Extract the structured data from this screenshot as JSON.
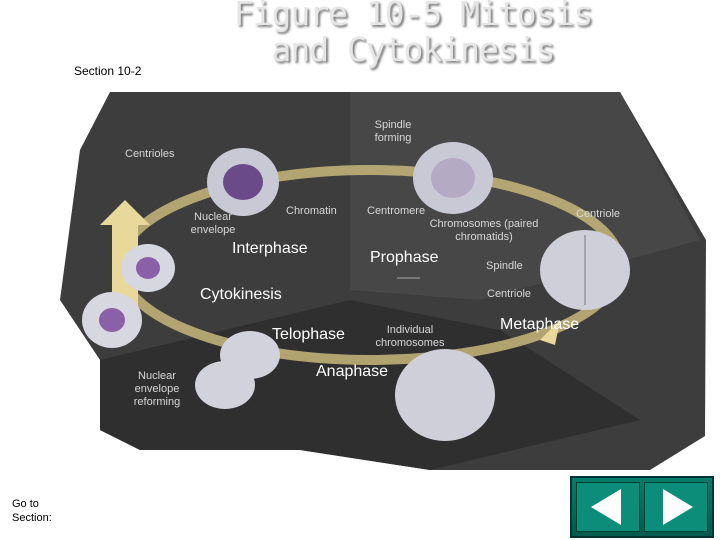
{
  "title": {
    "line1": "Figure 10-5 Mitosis",
    "line2": "and Cytokinesis"
  },
  "section_label": "Section 10-2",
  "go_to_section": "Go to Section:",
  "labels": {
    "spindle_forming": "Spindle forming",
    "centrioles": "Centrioles",
    "nuclear_envelope": "Nuclear envelope",
    "chromatin": "Chromatin",
    "centromere": "Centromere",
    "chromosomes": "Chromosomes (paired chromatids)",
    "centriole_top": "Centriole",
    "spindle": "Spindle",
    "centriole_mid": "Centriole",
    "individual_chromosomes": "Individual chromosomes",
    "nuclear_envelope_reforming": "Nuclear envelope reforming"
  },
  "phases": {
    "interphase": "Interphase",
    "prophase": "Prophase",
    "cytokinesis": "Cytokinesis",
    "telophase": "Telophase",
    "metaphase": "Metaphase",
    "anaphase": "Anaphase"
  },
  "nav": {
    "previous_icon": "left-arrow-icon",
    "next_icon": "right-arrow-icon"
  },
  "colors": {
    "panel": "#3c3c3c",
    "ring": "#c8b77a",
    "nav": "#0a7a6a"
  }
}
